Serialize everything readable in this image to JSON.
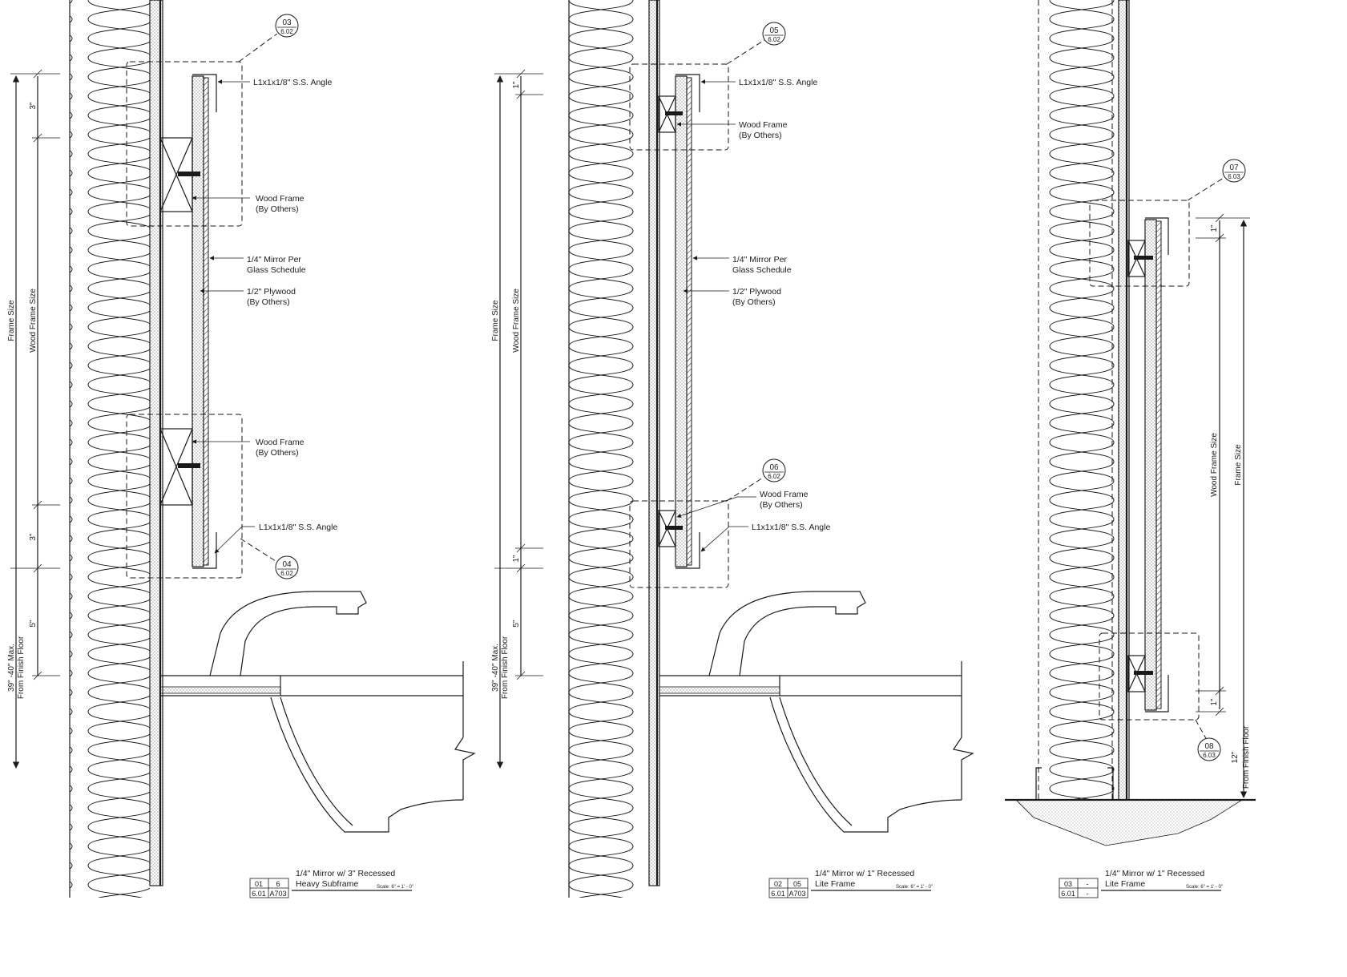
{
  "colors": {
    "ink": "#1a1a1a",
    "paper": "#ffffff"
  },
  "details": [
    {
      "id": "detail-1",
      "labels": {
        "angle_top": "L1x1x1/8\" S.S. Angle",
        "wood_frame_top_1": "Wood Frame",
        "wood_frame_top_2": "(By Others)",
        "mirror_1": "1/4\" Mirror Per",
        "mirror_2": "Glass Schedule",
        "plywood_1": "1/2\" Plywood",
        "plywood_2": "(By Others)",
        "wood_frame_bot_1": "Wood Frame",
        "wood_frame_bot_2": "(By Others)",
        "angle_bot": "L1x1x1/8\" S.S. Angle"
      },
      "callouts": [
        {
          "num": "03",
          "sheet": "6.02"
        },
        {
          "num": "04",
          "sheet": "6.02"
        }
      ],
      "dims": {
        "frame_size": "Frame Size",
        "wood_frame_size": "Wood Frame Size",
        "top_offset": "3\"",
        "bot_offset": "3\"",
        "gap": "5\"",
        "height_1": "39\" -40\" Max.",
        "height_2": "From Finish Floor"
      },
      "title_block": {
        "cells": [
          "01",
          "6",
          "6.01",
          "A703"
        ],
        "title_1": "1/4\" Mirror w/ 3\" Recessed",
        "title_2": "Heavy Subframe",
        "scale": "Scale: 6\" = 1' - 0\""
      }
    },
    {
      "id": "detail-2",
      "labels": {
        "angle_top": "L1x1x1/8\" S.S. Angle",
        "wood_frame_top_1": "Wood Frame",
        "wood_frame_top_2": "(By Others)",
        "mirror_1": "1/4\" Mirror Per",
        "mirror_2": "Glass Schedule",
        "plywood_1": "1/2\" Plywood",
        "plywood_2": "(By Others)",
        "wood_frame_bot_1": "Wood Frame",
        "wood_frame_bot_2": "(By Others)",
        "angle_bot": "L1x1x1/8\" S.S. Angle"
      },
      "callouts": [
        {
          "num": "05",
          "sheet": "6.02"
        },
        {
          "num": "06",
          "sheet": "6.02"
        }
      ],
      "dims": {
        "frame_size": "Frame Size",
        "wood_frame_size": "Wood Frame Size",
        "top_offset": "1\"",
        "bot_offset": "1\"",
        "gap": "5\"",
        "height_1": "39\" -40\" Max.",
        "height_2": "From Finish Floor"
      },
      "title_block": {
        "cells": [
          "02",
          "05",
          "6.01",
          "A703"
        ],
        "title_1": "1/4\" Mirror w/ 1\" Recessed",
        "title_2": "Lite Frame",
        "scale": "Scale: 6\" = 1' - 0\""
      }
    },
    {
      "id": "detail-3",
      "callouts": [
        {
          "num": "07",
          "sheet": "6.03"
        },
        {
          "num": "08",
          "sheet": "6.03"
        }
      ],
      "dims": {
        "top_offset": "1\"",
        "bot_offset": "1\"",
        "wood_frame_size": "Wood Frame Size",
        "frame_size": "Frame Size",
        "height_1": "12\"",
        "height_2": "From Finish Floor"
      },
      "title_block": {
        "cells": [
          "03",
          "-",
          "6.01",
          "-"
        ],
        "title_1": "1/4\" Mirror w/ 1\" Recessed",
        "title_2": "Lite Frame",
        "scale": "Scale: 6\" = 1' - 0\""
      }
    }
  ]
}
